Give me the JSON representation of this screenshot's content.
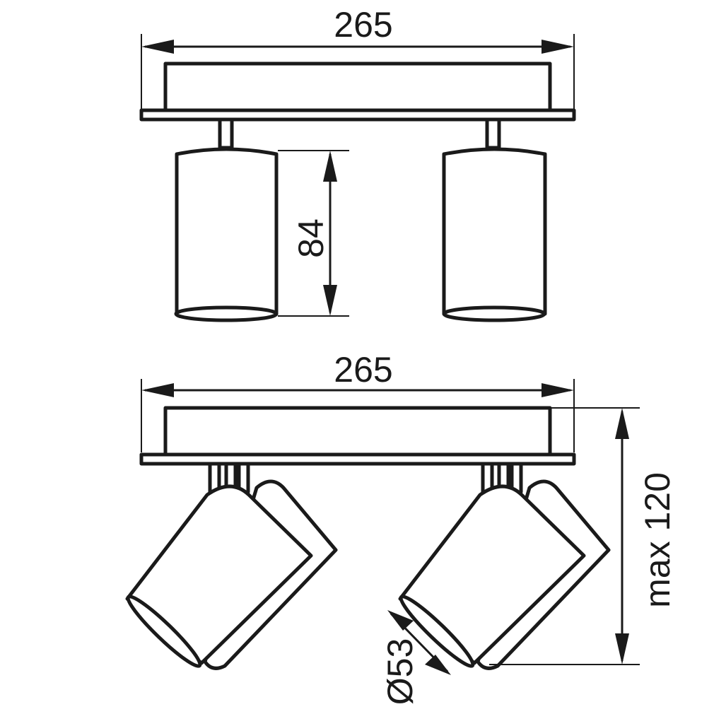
{
  "front_view": {
    "width_label": "265",
    "height_label": "84"
  },
  "angled_view": {
    "width_label": "265",
    "max_height_label": "max 120",
    "diameter_label": "Ø53"
  },
  "colors": {
    "line": "#1a1a1a",
    "background": "#ffffff"
  }
}
